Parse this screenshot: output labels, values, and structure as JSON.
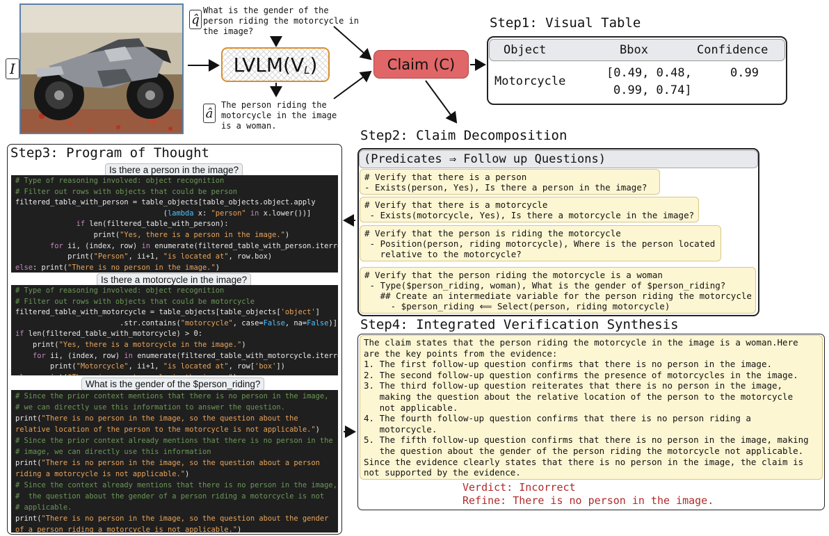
{
  "input": {
    "image_symbol": "I",
    "question_symbol": "q̂",
    "question_text": "What is the gender of the\nperson riding the motorcycle in\nthe image?",
    "answer_symbol": "â",
    "answer_text": "The person riding the\nmotorcycle in the image\nis a woman.",
    "lvlm_label": "LVLM(V",
    "lvlm_sub": "L",
    "claim_label": "Claim (C)"
  },
  "step1": {
    "title": "Step1: Visual Table",
    "headers": [
      "Object",
      "Bbox",
      "Confidence"
    ],
    "row": {
      "object": "Motorcycle",
      "bbox_line1": "[0.49, 0.48,",
      "bbox_line2": "0.99, 0.74]",
      "confidence": "0.99"
    }
  },
  "step2": {
    "title": "Step2: Claim Decomposition",
    "header": "(Predicates ⇒ Follow up Questions)",
    "predicates": [
      "# Verify that there is a person\n- Exists(person, Yes), Is there a person in the image?",
      "# Verify that there is a motorcycle\n - Exists(motorcycle, Yes), Is there a motorcycle in the image?",
      "# Verify that the person is riding the motorcycle\n - Position(person, riding motorcycle), Where is the person located\n   relative to the motorcycle?",
      "# Verify that the person riding the motorcycle is a woman\n - Type($person_riding, woman), What is the gender of $person_riding?\n   ## Create an intermediate variable for the person riding the motorcycle\n     - $person_riding ⟸ Select(person, riding motorcycle)"
    ]
  },
  "step3": {
    "title": "Step3: Program of Thought",
    "questions": [
      "Is there a person in the image?",
      "Is there a motorcycle in the image?",
      "What is the gender of the $person_riding?"
    ]
  },
  "step4": {
    "title": "Step4: Integrated Verification Synthesis",
    "text": "The claim states that the person riding the motorcycle in the image is a woman.Here\nare the key points from the evidence:\n1. The first follow-up question confirms that there is no person in the image.\n2. The second follow-up question confirms the presence of motorcycles in the image.\n3. The third follow-up question reiterates that there is no person in the image,\n   making the question about the relative location of the person to the motorcycle\n   not applicable.\n4. The fourth follow-up question confirms that there is no person riding a\n   motorcycle.\n5. The fifth follow-up question confirms that there is no person in the image, making\n   the question about the gender of the person riding the motorcycle not applicable.\nSince the evidence clearly states that there is no person in the image, the claim is\nnot supported by the evidence.",
    "verdict": "Verdict: Incorrect",
    "refine": "Refine: There is no person in the image."
  },
  "colors": {
    "claim": "#e06667",
    "lvlm_border": "#d98f2c",
    "predicate_bg": "#fdf6d3",
    "code_bg": "#1f1f1f",
    "verdict": "#b02a2a"
  }
}
